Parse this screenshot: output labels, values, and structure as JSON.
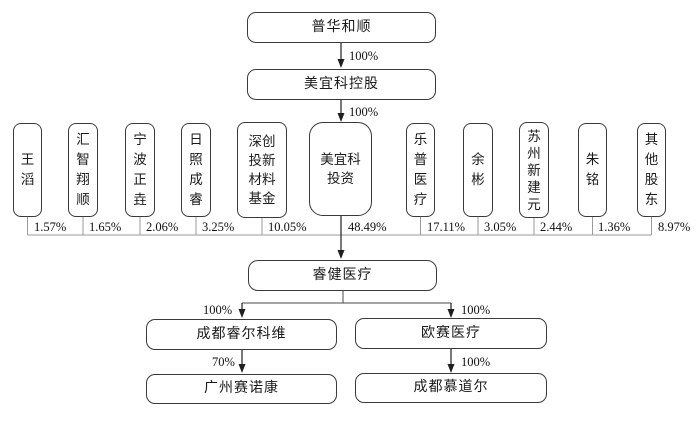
{
  "nodes": {
    "puhuaheshun": {
      "label": "普华和顺"
    },
    "meiyike_holding": {
      "label": "美宜科控股"
    },
    "ruijian_medical": {
      "label": "睿健医疗"
    },
    "chengdu_ruierkewei": {
      "label": "成都睿尔科维"
    },
    "ousai_medical": {
      "label": "欧赛医疗"
    },
    "guangzhou_sainuokang": {
      "label": "广州赛诺康"
    },
    "chengdu_mudaoer": {
      "label": "成都慕道尔"
    }
  },
  "edges": {
    "puhua_to_holding": "100%",
    "holding_to_investment": "100%",
    "ruijian_to_ruierkewei": "100%",
    "ruijian_to_ousai": "100%",
    "ruierkewei_to_sainuokang": "70%",
    "ousai_to_mudaoer": "100%"
  },
  "shareholders": [
    {
      "label": "王滔",
      "pct": "1.57%"
    },
    {
      "label": "汇智翔顺",
      "pct": "1.65%"
    },
    {
      "label": "宁波正垚",
      "pct": "2.06%"
    },
    {
      "label": "日照成睿",
      "pct": "3.25%"
    },
    {
      "label": "深创投新材料基金",
      "pct": "10.05%"
    },
    {
      "label": "美宜科投资",
      "pct": "48.49%"
    },
    {
      "label": "乐普医疗",
      "pct": "17.11%"
    },
    {
      "label": "余彬",
      "pct": "3.05%"
    },
    {
      "label": "苏州新建元",
      "pct": "2.44%"
    },
    {
      "label": "朱铭",
      "pct": "1.36%"
    },
    {
      "label": "其他股东",
      "pct": "8.97%"
    }
  ],
  "colors": {
    "border": "#3a3a3a",
    "bus_line": "#9a9a9a",
    "arrow_line": "#1f1f1f"
  }
}
